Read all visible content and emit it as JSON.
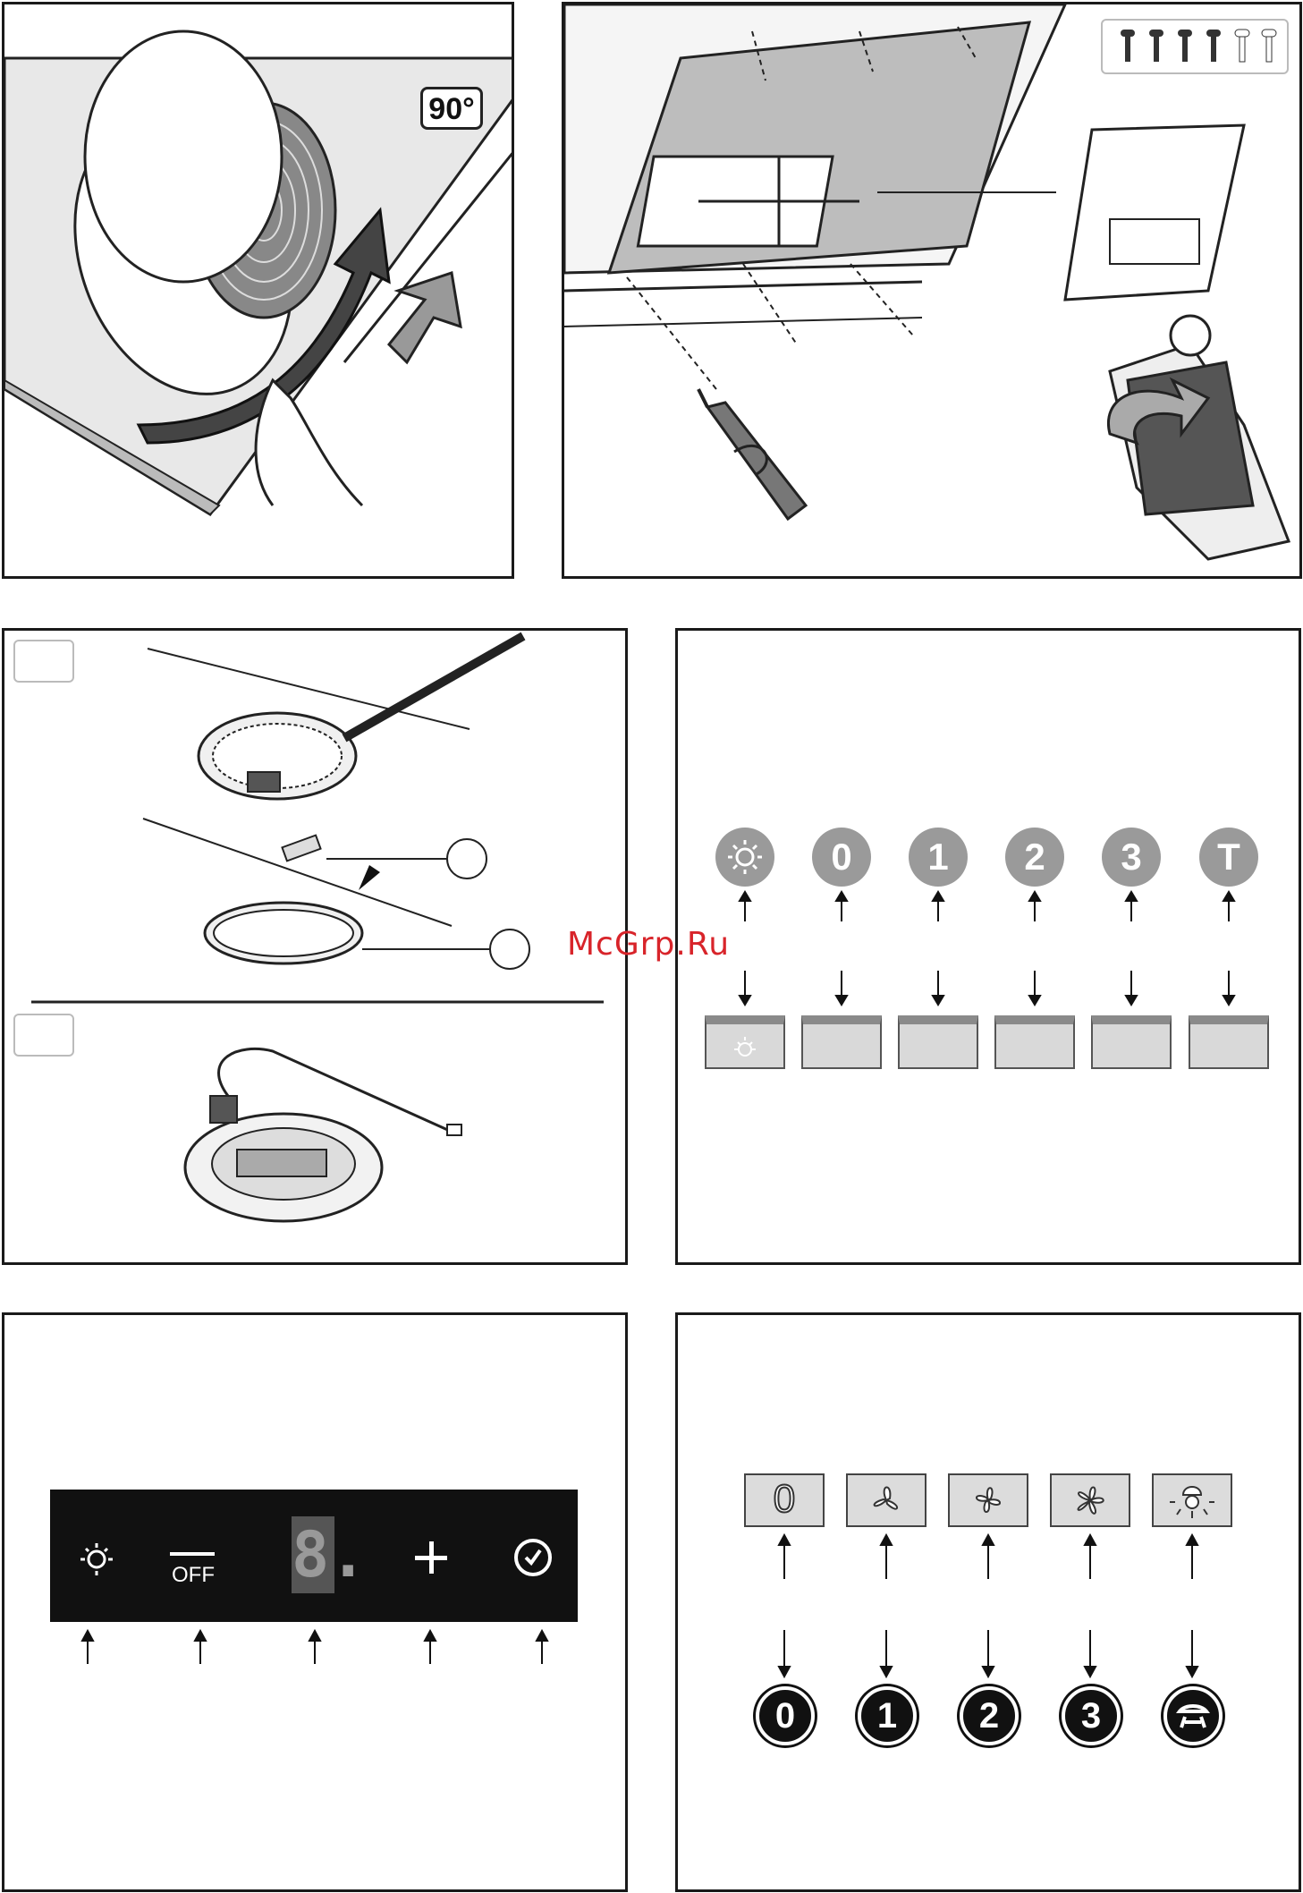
{
  "panel1": {
    "angle_badge": "90°"
  },
  "watermark": "McGrp.Ru",
  "panel4": {
    "symbols": [
      "0",
      "1",
      "2",
      "3",
      "T"
    ]
  },
  "panel5": {
    "off_label": "OFF",
    "display_digit": "8."
  },
  "panel6": {
    "key0": "0",
    "buttons": [
      "0",
      "1",
      "2",
      "3"
    ]
  },
  "colors": {
    "watermark": "#d8242a",
    "symbol_circle": "#9a9a9a",
    "key_fill": "#d9d9d9",
    "control_bar": "#111111"
  },
  "icons": [
    "light-icon",
    "fan-1-icon",
    "fan-2-icon",
    "fan-3-icon",
    "lamp-icon",
    "timer-icon",
    "screw-icon",
    "screwdriver-icon",
    "hand-icon",
    "arrow-icon"
  ]
}
